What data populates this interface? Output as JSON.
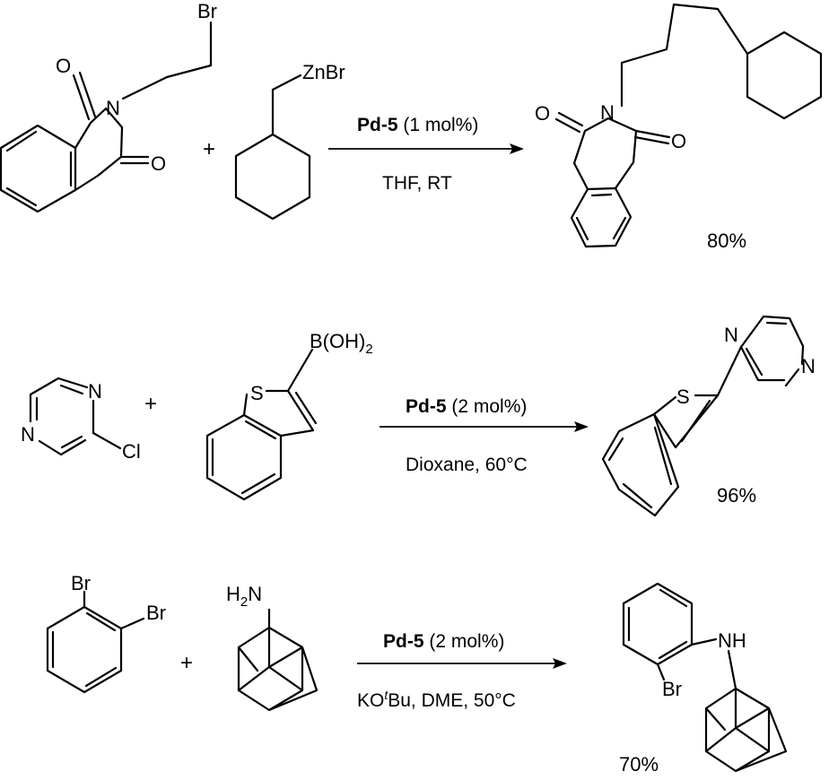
{
  "reactions": [
    {
      "reactant1": {
        "atoms": {
          "br": "Br",
          "o_top": "O",
          "n": "N",
          "o_bot": "O"
        }
      },
      "reactant2": {
        "atoms": {
          "znbr": "ZnBr"
        }
      },
      "plus": "+",
      "catalyst": "Pd-5",
      "loading": "(1 mol%)",
      "conditions": "THF, RT",
      "product": {
        "atoms": {
          "o_left": "O",
          "n": "N",
          "o_right": "O"
        }
      },
      "yield": "80%"
    },
    {
      "reactant1": {
        "atoms": {
          "n_top": "N",
          "n_bot": "N",
          "cl": "Cl"
        }
      },
      "reactant2": {
        "atoms": {
          "s": "S",
          "boh": "B(OH)",
          "sub2": "2"
        }
      },
      "plus": "+",
      "catalyst": "Pd-5",
      "loading": "(2 mol%)",
      "conditions": "Dioxane, 60°C",
      "product": {
        "atoms": {
          "n_top": "N",
          "n_right": "N",
          "s": "S"
        }
      },
      "yield": "96%"
    },
    {
      "reactant1": {
        "atoms": {
          "br1": "Br",
          "br2": "Br"
        }
      },
      "reactant2": {
        "atoms": {
          "h": "H",
          "sub2": "2",
          "n": "N"
        }
      },
      "plus": "+",
      "catalyst": "Pd-5",
      "loading": "(2 mol%)",
      "conditions_pre": "KO",
      "conditions_sup": "t",
      "conditions_post": "Bu, DME, 50°C",
      "product": {
        "atoms": {
          "nh": "NH",
          "br": "Br"
        }
      },
      "yield": "70%"
    }
  ]
}
